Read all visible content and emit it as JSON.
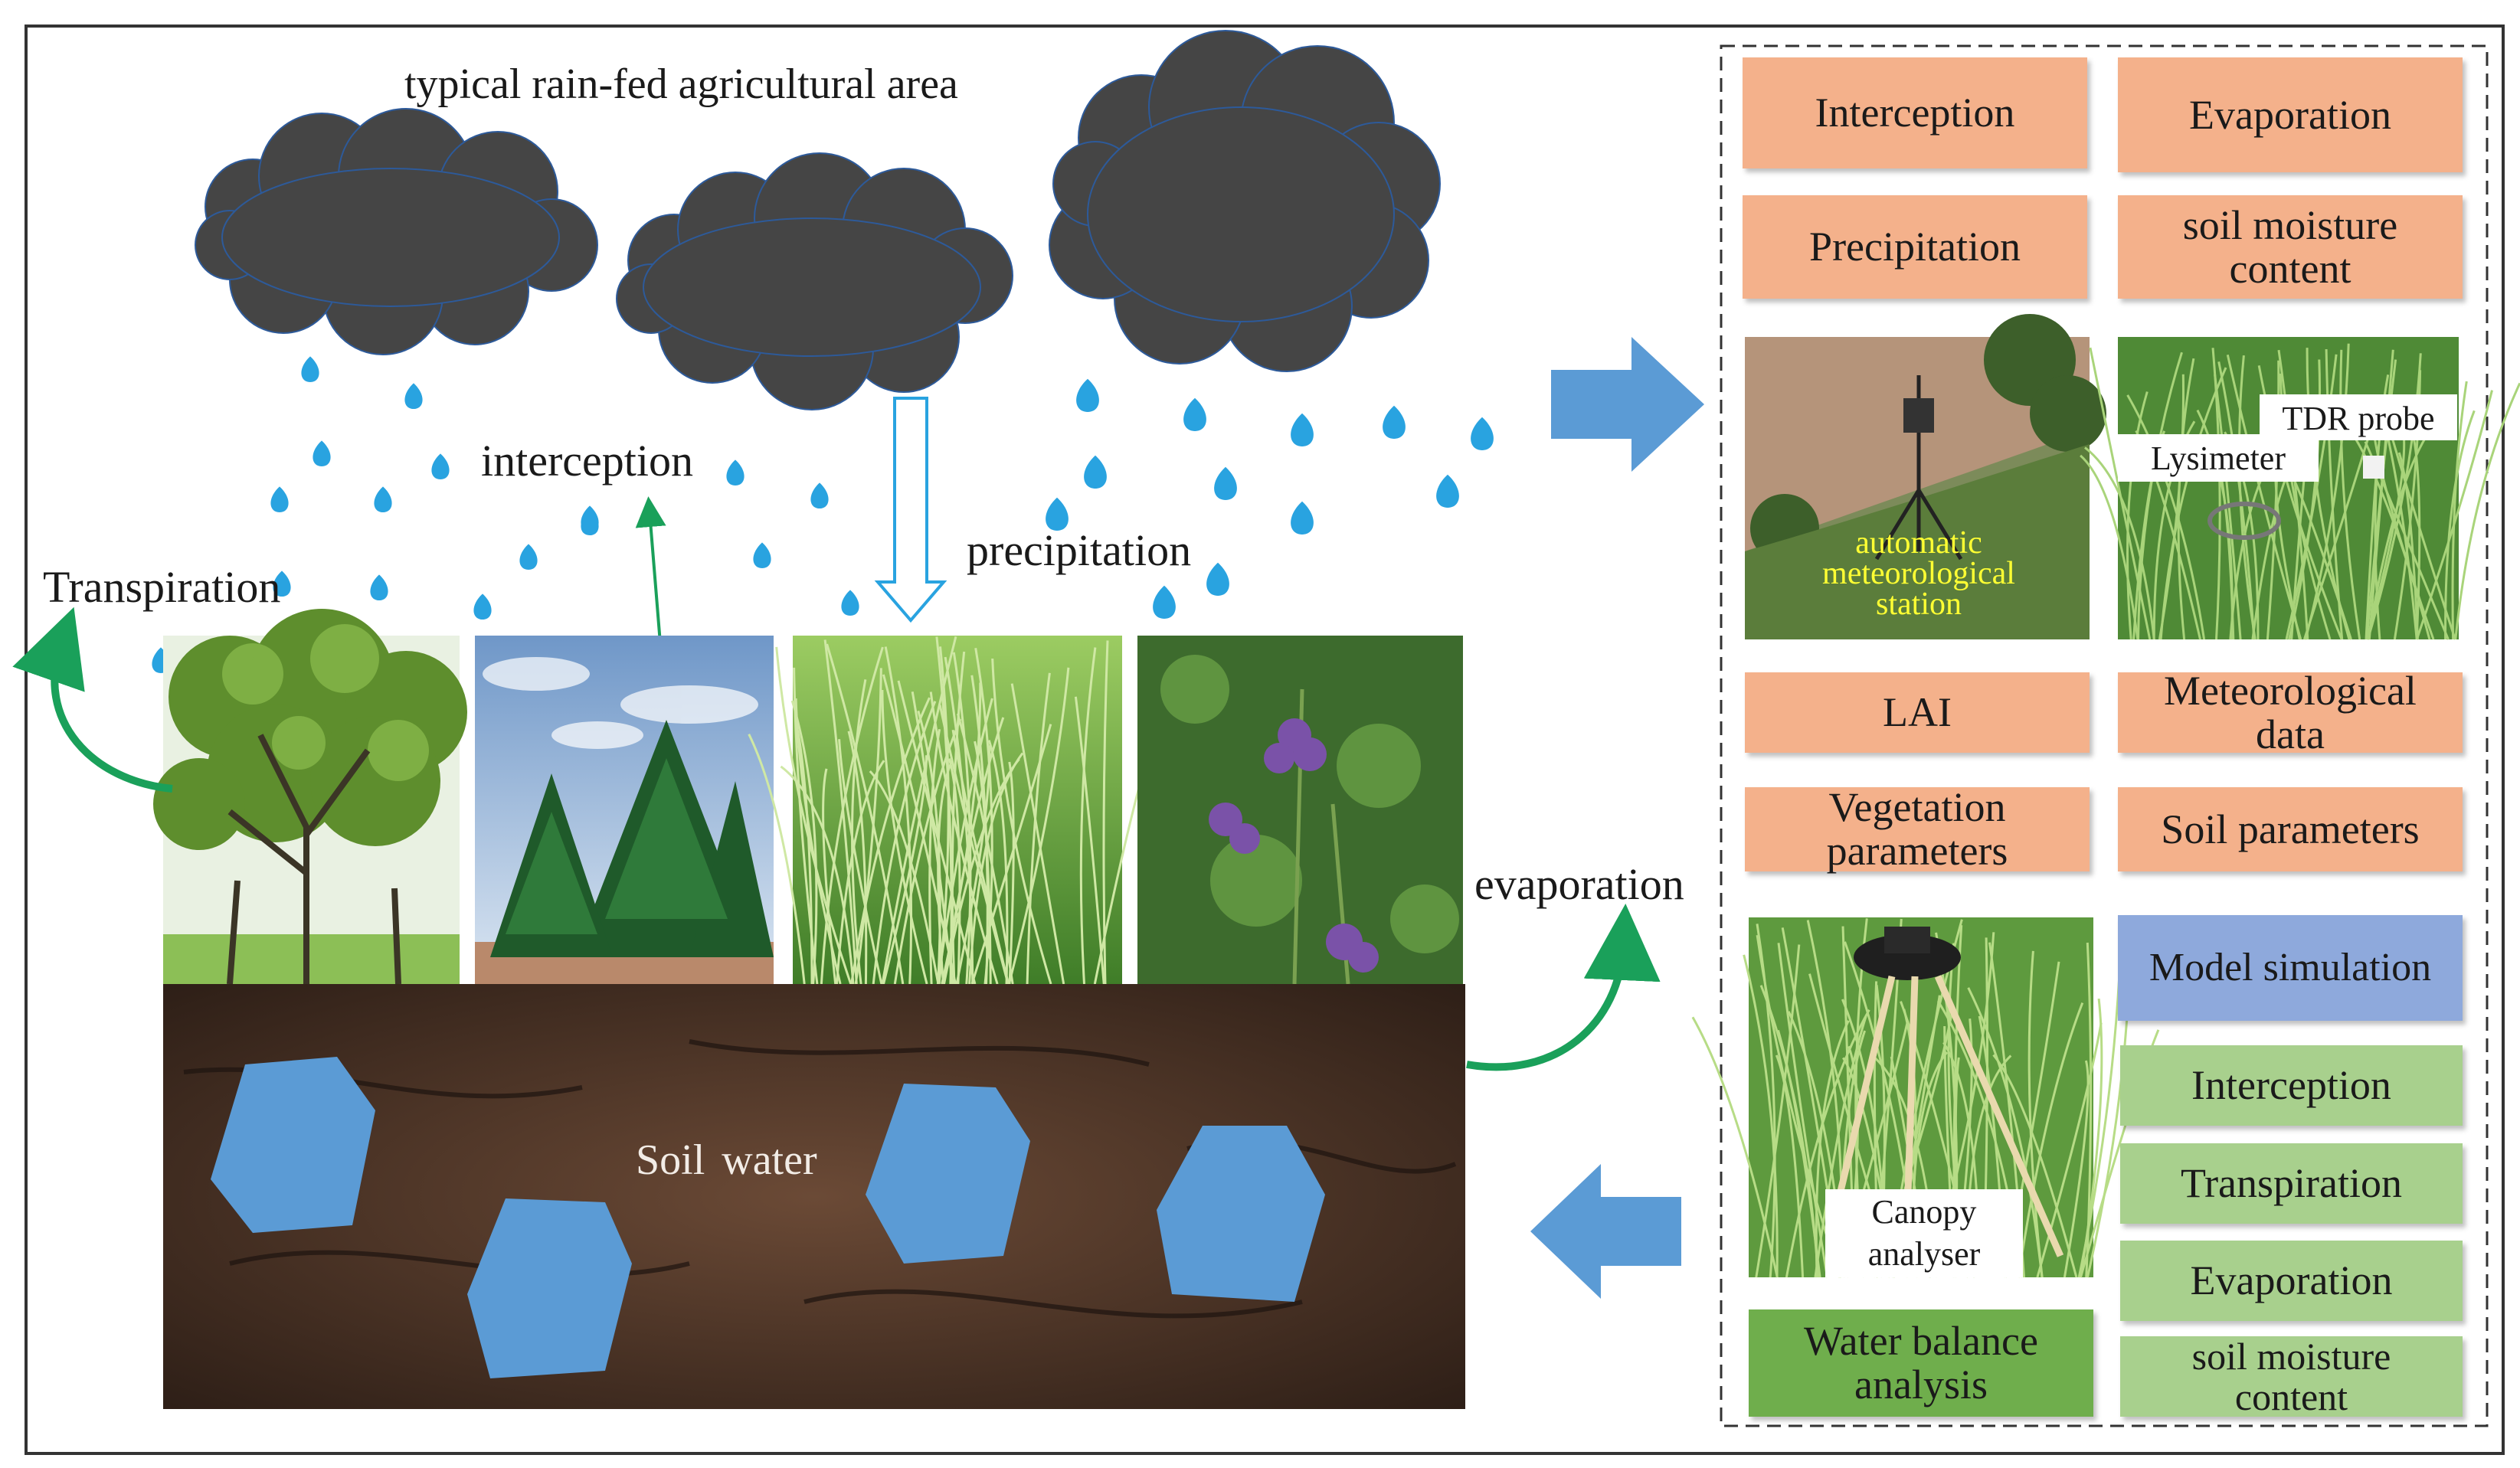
{
  "diagram": {
    "title": "typical rain-fed agricultural area",
    "labels": {
      "interception": "interception",
      "precipitation": "precipitation",
      "transpiration": "Transpiration",
      "evaporation": "evaporation",
      "soil_water": "Soil water"
    },
    "boxes": {
      "interception": "Interception",
      "evaporation": "Evaporation",
      "precipitation": "Precipitation",
      "soil_moisture": "soil moisture content",
      "lai": "LAI",
      "meteorological": "Meteorological data",
      "vegetation": "Vegetation parameters",
      "soil_parameters": "Soil parameters",
      "model_simulation": "Model simulation",
      "sim_interception": "Interception",
      "sim_transpiration": "Transpiration",
      "sim_evaporation": "Evaporation",
      "sim_soil_moisture": "soil moisture content",
      "water_balance": "Water balance analysis"
    },
    "photo_labels": {
      "weather_station": "automatic meteorological station",
      "tdr_probe": "TDR probe",
      "lysimeter": "Lysimeter",
      "canopy": "Canopy analyser"
    },
    "colors": {
      "orange_box": "#f4b18b",
      "blue_box": "#8ea9dc",
      "light_green_box": "#a8d08d",
      "dark_green_box": "#6fae4c",
      "arrow_blue": "#5b9bd5",
      "rain_drop": "#29a3e0",
      "cloud": "#454545",
      "flux_arrow_green": "#1aa05a",
      "station_text": "#ffff33"
    }
  }
}
